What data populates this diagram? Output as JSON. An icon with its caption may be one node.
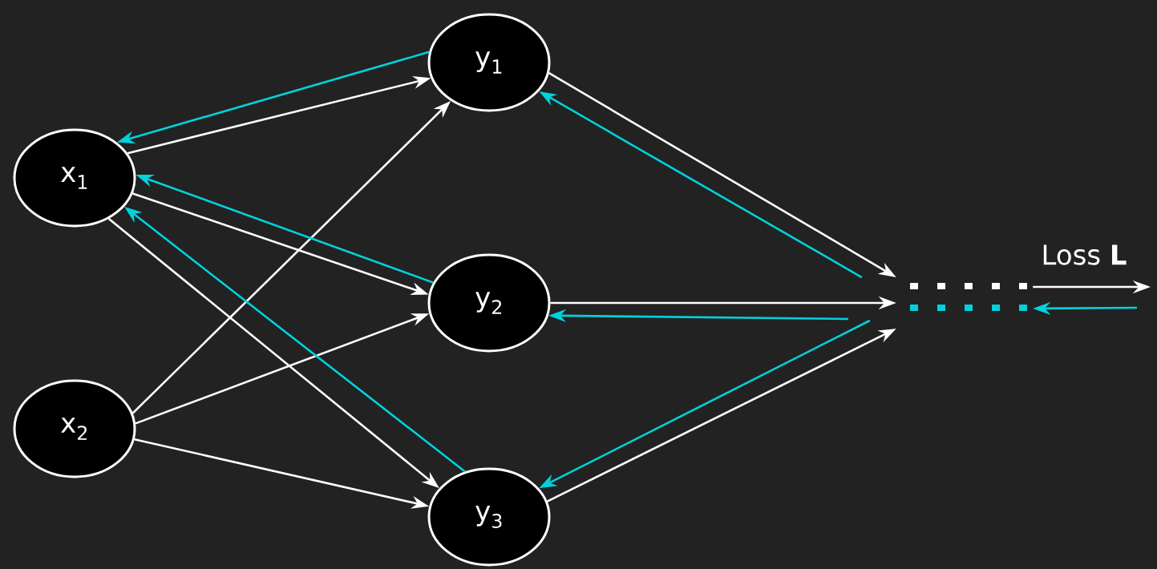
{
  "diagram": {
    "nodes": [
      {
        "text": [
          "x$_{1}$"
        ]
      },
      {
        "text": [
          "x$_{2}$"
        ]
      },
      {
        "text": [
          "y$_{1}$"
        ]
      },
      {
        "text": [
          "y$_{2}$"
        ]
      },
      {
        "text": [
          "y$_{3}$"
        ]
      },
      {
        "text": [],
        "shape": "dots"
      }
    ],
    "edges": [
      {
        "from": 0,
        "to": 2,
        "arrow": "to"
      },
      {
        "from": 0,
        "to": 3,
        "arrow": "to"
      },
      {
        "from": 0,
        "to": 4,
        "arrow": "to"
      },
      {
        "from": 1,
        "to": 2,
        "arrow": "to"
      },
      {
        "from": 1,
        "to": 3,
        "arrow": "to"
      },
      {
        "from": 1,
        "to": 4,
        "arrow": "to"
      },
      {
        "from": 2,
        "to": 5,
        "arrow": "to"
      },
      {
        "from": 3,
        "to": 5,
        "arrow": "to"
      },
      {
        "from": 4,
        "to": 5,
        "arrow": "to"
      },
      {
        "from": 2,
        "to": 0,
        "arrow": "to",
        "color": "#00d2dc"
      },
      {
        "from": 3,
        "to": 0,
        "arrow": "to",
        "color": "#00d2dc"
      },
      {
        "from": 4,
        "to": 0,
        "arrow": "to",
        "color": "#00d2dc"
      },
      {
        "from": 5,
        "to": 2,
        "arrow": "to",
        "color": "#00d2dc"
      },
      {
        "from": 5,
        "to": 3,
        "arrow": "to",
        "color": "#00d2dc"
      },
      {
        "from": 5,
        "to": 4,
        "arrow": "to",
        "color": "#00d2dc"
      },
      {
        "from": 5,
        "to": null,
        "arrow": "to",
        "label": "Loss **L**"
      },
      {
        "from": null,
        "to": 5,
        "arrow": "to",
        "color": "#00d2dc"
      }
    ]
  }
}
